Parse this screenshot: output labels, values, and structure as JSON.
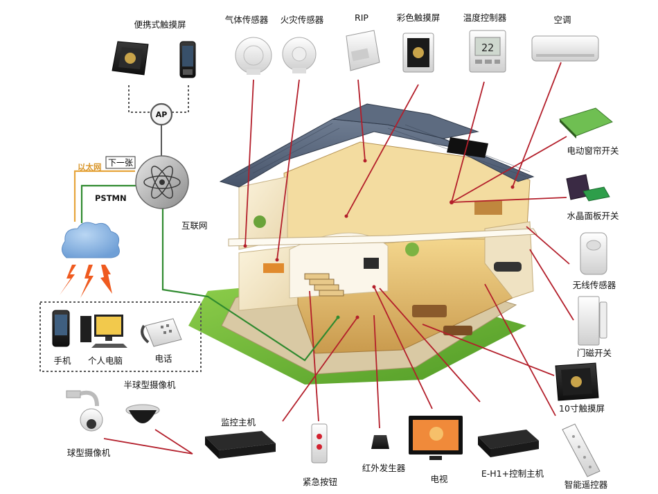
{
  "labels": {
    "portable_touch": "便携式触摸屏",
    "gas_sensor": "气体传感器",
    "fire_sensor": "火灾传感器",
    "rip": "RIP",
    "color_touch": "彩色触摸屏",
    "thermostat": "温度控制器",
    "ac": "空调",
    "curtain_switch": "电动窗帘开关",
    "crystal_panel": "水晶面板开关",
    "wireless_sensor": "无线传感器",
    "door_switch": "门磁开关",
    "touch10": "10寸触摸屏",
    "remote": "智能遥控器",
    "eh1_host": "E-H1+控制主机",
    "tv": "电视",
    "ir_emitter": "红外发生器",
    "emergency": "紧急按钮",
    "monitor_host": "监控主机",
    "dome_camera": "半球型摄像机",
    "ball_camera": "球型摄像机",
    "mobile": "手机",
    "pc": "个人电脑",
    "phone": "电话",
    "internet": "互联网",
    "ethernet": "以太网",
    "pstmn": "PSTMN",
    "ap": "AP",
    "thermo_display": "22"
  },
  "nav": {
    "next": "下一张"
  },
  "colors": {
    "pointer_line": "#b31e2a",
    "ethernet_line": "#e6a43a",
    "pstn_line": "#2f8a2f",
    "ethernet_text": "#d9962a",
    "lightning": "#ef5a1f",
    "cloud": "#7faee0"
  }
}
